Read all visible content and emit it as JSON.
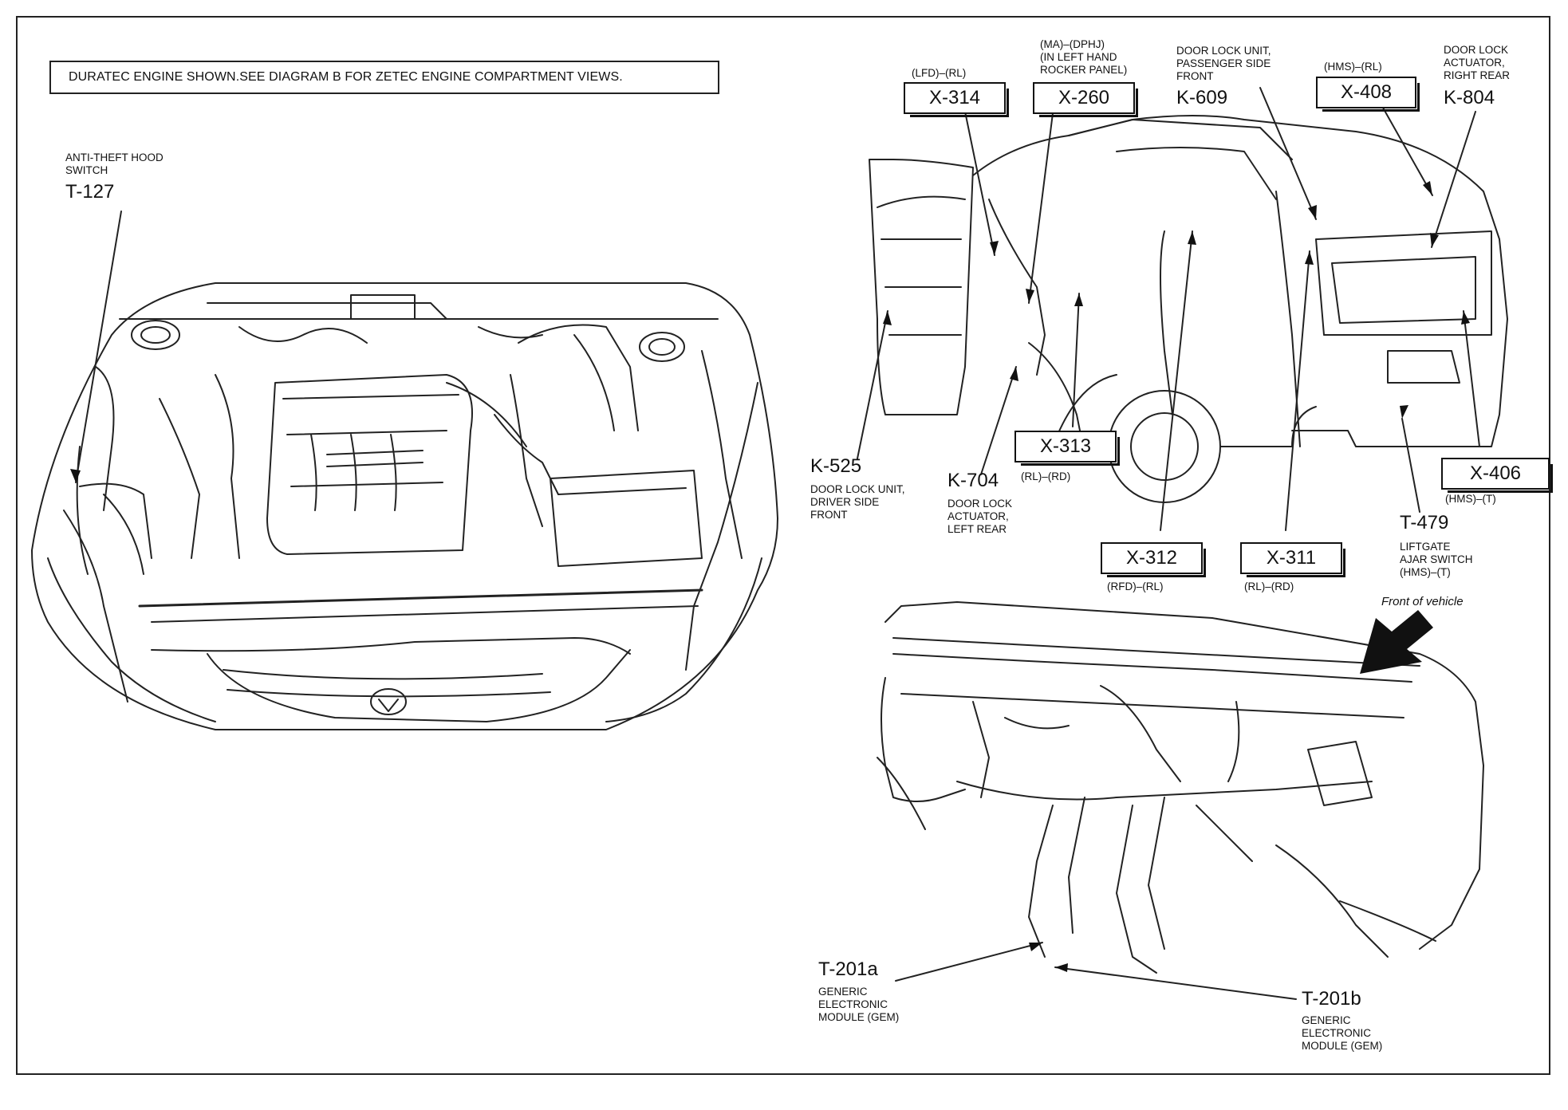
{
  "note": "DURATEC ENGINE SHOWN.SEE DIAGRAM B FOR ZETEC ENGINE COMPARTMENT VIEWS.",
  "labels": {
    "t127": {
      "desc": "ANTI-THEFT HOOD SWITCH",
      "code": "T-127"
    },
    "x314": {
      "sub": "(LFD)–(RL)",
      "code": "X-314"
    },
    "x260": {
      "sub1": "(MA)–(DPHJ)",
      "sub2": "(IN LEFT HAND",
      "sub3": "ROCKER PANEL)",
      "code": "X-260"
    },
    "k609": {
      "desc1": "DOOR LOCK UNIT,",
      "desc2": "PASSENGER SIDE",
      "desc3": "FRONT",
      "code": "K-609"
    },
    "x408": {
      "sub": "(HMS)–(RL)",
      "code": "X-408"
    },
    "k804": {
      "desc1": "DOOR LOCK",
      "desc2": "ACTUATOR,",
      "desc3": "RIGHT REAR",
      "code": "K-804"
    },
    "k525": {
      "code": "K-525",
      "desc1": "DOOR LOCK UNIT,",
      "desc2": "DRIVER SIDE",
      "desc3": "FRONT"
    },
    "k704": {
      "code": "K-704",
      "desc1": "DOOR LOCK",
      "desc2": "ACTUATOR,",
      "desc3": "LEFT REAR"
    },
    "x313": {
      "code": "X-313",
      "sub": "(RL)–(RD)"
    },
    "x406": {
      "code": "X-406",
      "sub": "(HMS)–(T)"
    },
    "t479": {
      "code": "T-479",
      "desc1": "LIFTGATE",
      "desc2": "AJAR SWITCH",
      "desc3": "(HMS)–(T)"
    },
    "x312": {
      "code": "X-312",
      "sub": "(RFD)–(RL)"
    },
    "x311": {
      "code": "X-311",
      "sub": "(RL)–(RD)"
    },
    "front": "Front of vehicle",
    "t201a": {
      "code": "T-201a",
      "desc1": "GENERIC",
      "desc2": "ELECTRONIC",
      "desc3": "MODULE (GEM)"
    },
    "t201b": {
      "code": "T-201b",
      "desc1": "GENERIC",
      "desc2": "ELECTRONIC",
      "desc3": "MODULE (GEM)"
    }
  }
}
